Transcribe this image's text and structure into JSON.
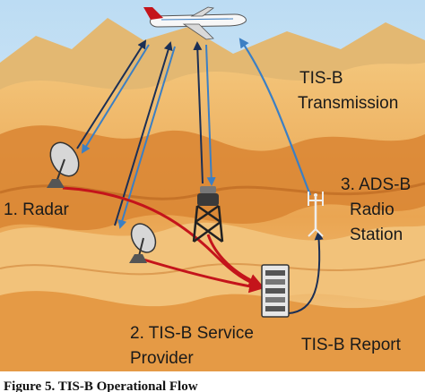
{
  "labels": {
    "tisb_transmission_line1": "TIS-B",
    "tisb_transmission_line2": "Transmission",
    "radar": "1. Radar",
    "adsb_line1": "3. ADS-B",
    "adsb_line2": "Radio",
    "adsb_line3": "Station",
    "service_line1": "2. TIS-B Service",
    "service_line2": "Provider",
    "report": "TIS-B Report"
  },
  "caption": "Figure 5. TIS-B Operational Flow",
  "colors": {
    "sky": "#cfe6f7",
    "dune_light": "#f6d28c",
    "dune_mid": "#e9a24a",
    "dune_dark": "#c96f22",
    "red_flow": "#c4141b",
    "blue_link": "#3b7fc4",
    "dark_link": "#1b2f55"
  }
}
